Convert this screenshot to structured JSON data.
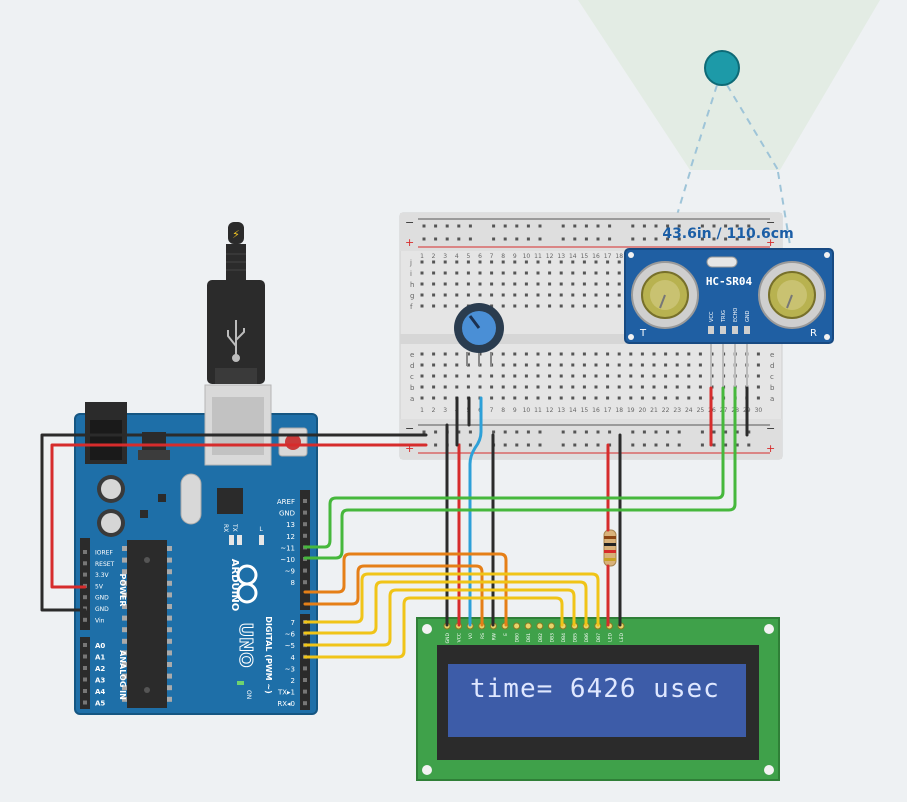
{
  "sensor": {
    "distance_label": "43.6in / 110.6cm",
    "model": "HC-SR04",
    "pins": [
      "VCC",
      "TRIG",
      "ECHO",
      "GND"
    ],
    "t_label": "T",
    "r_label": "R"
  },
  "arduino": {
    "power_header": [
      "IOREF",
      "RESET",
      "3.3V",
      "5V",
      "GND",
      "GND",
      "Vin"
    ],
    "power_title": "POWER",
    "analog_header": [
      "A0",
      "A1",
      "A2",
      "A3",
      "A4",
      "A5"
    ],
    "analog_title": "ANALOG IN",
    "digital_top": [
      "AREF",
      "GND",
      "13",
      "12",
      "~11",
      "~10",
      "~9",
      "8"
    ],
    "digital_bottom": [
      "7",
      "~6",
      "~5",
      "4",
      "~3",
      "2",
      "TX▸1",
      "RX◂0"
    ],
    "digital_title": "DIGITAL (PWM ~)",
    "brand": "ARDUINO",
    "model": "UNO",
    "led_l": "L",
    "led_tx": "TX",
    "led_rx": "RX",
    "on_label": "ON"
  },
  "breadboard": {
    "row_letters_top": [
      "j",
      "i",
      "h",
      "g",
      "f"
    ],
    "row_letters_bottom": [
      "e",
      "d",
      "c",
      "b",
      "a"
    ],
    "column_numbers": [
      "1",
      "2",
      "3",
      "4",
      "5",
      "6",
      "7",
      "8",
      "9",
      "10",
      "11",
      "12",
      "13",
      "14",
      "15",
      "16",
      "17",
      "18",
      "19",
      "20",
      "21",
      "22",
      "23",
      "24",
      "25",
      "26",
      "27",
      "28",
      "29",
      "30"
    ],
    "plus": "+",
    "minus": "−"
  },
  "lcd": {
    "display_text": "time= 6426 usec",
    "pins": [
      "GND",
      "VCC",
      "V0",
      "RS",
      "RW",
      "E",
      "DB0",
      "DB1",
      "DB2",
      "DB3",
      "DB4",
      "DB5",
      "DB6",
      "DB7",
      "LED",
      "LED"
    ]
  },
  "colors": {
    "board_blue": "#1e6fa8",
    "wire_red": "#d62c2c",
    "wire_black": "#2b2b2b",
    "wire_green": "#46b83c",
    "wire_orange": "#e57f17",
    "wire_yellow": "#f0c417",
    "wire_blue": "#2da0d8",
    "lcd_screen": "#3d5ca8",
    "lcd_pcb": "#3fa14a"
  }
}
